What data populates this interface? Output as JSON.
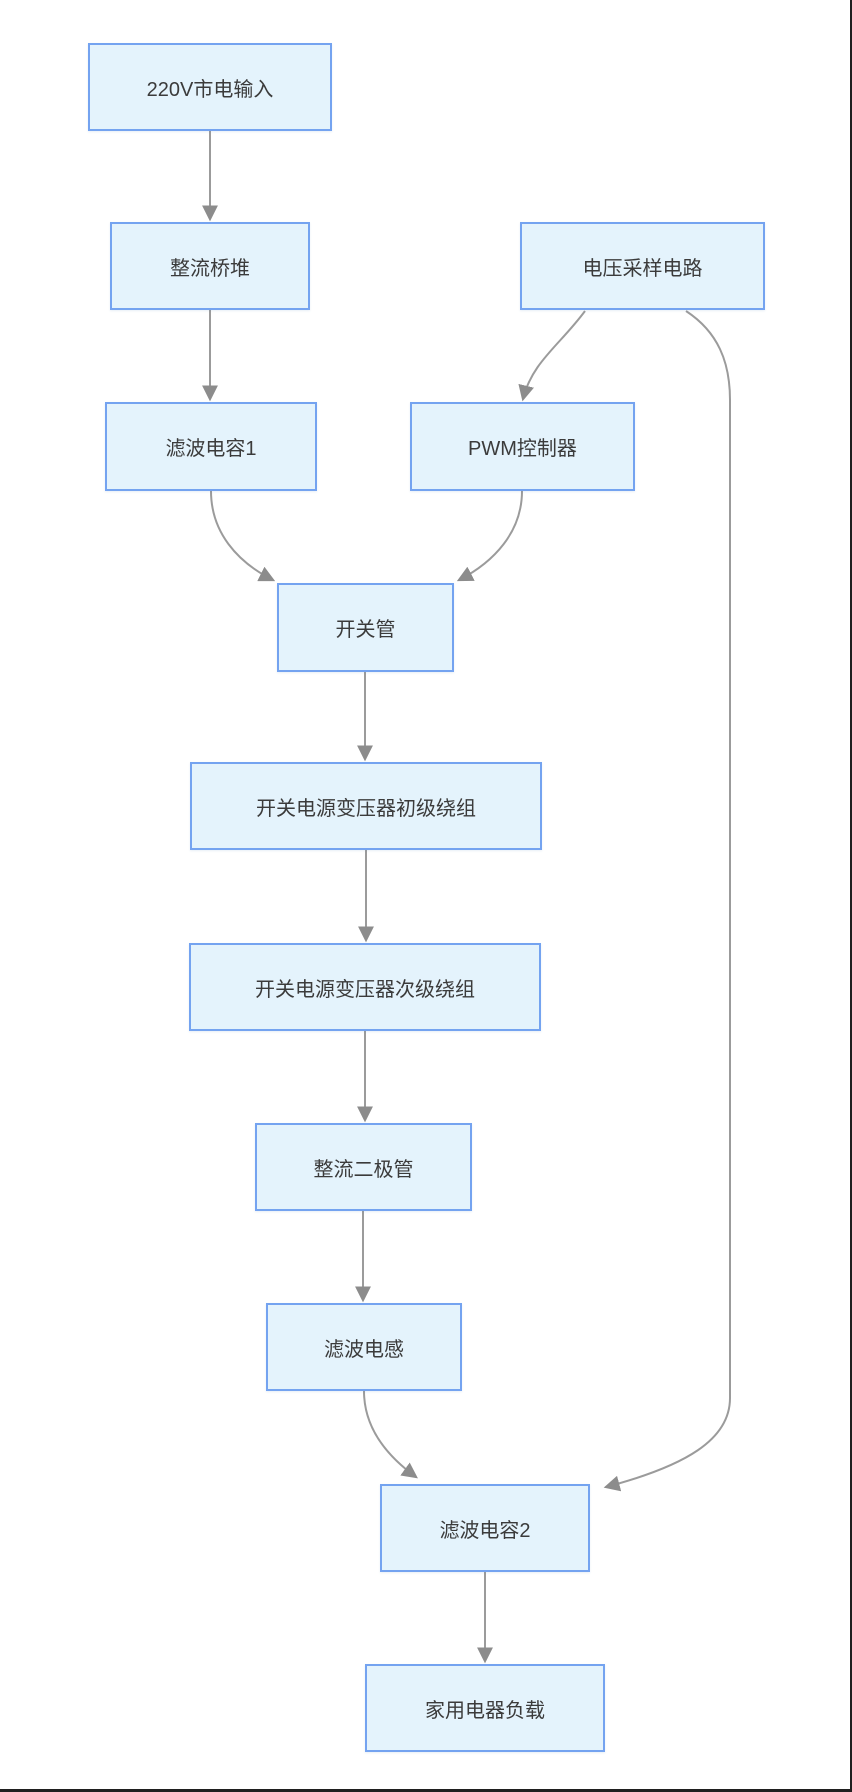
{
  "diagram": {
    "type": "flowchart",
    "direction": "top-down",
    "title": "",
    "nodes": [
      {
        "id": "mains",
        "label": "220V市电输入"
      },
      {
        "id": "bridge",
        "label": "整流桥堆"
      },
      {
        "id": "sampling",
        "label": "电压采样电路"
      },
      {
        "id": "cap1",
        "label": "滤波电容1"
      },
      {
        "id": "pwm",
        "label": "PWM控制器"
      },
      {
        "id": "switch",
        "label": "开关管"
      },
      {
        "id": "primary",
        "label": "开关电源变压器初级绕组"
      },
      {
        "id": "secondary",
        "label": "开关电源变压器次级绕组"
      },
      {
        "id": "diode",
        "label": "整流二极管"
      },
      {
        "id": "inductor",
        "label": "滤波电感"
      },
      {
        "id": "cap2",
        "label": "滤波电容2"
      },
      {
        "id": "load",
        "label": "家用电器负载"
      }
    ],
    "edges": [
      {
        "from": "220V市电输入",
        "to": "整流桥堆"
      },
      {
        "from": "整流桥堆",
        "to": "滤波电容1"
      },
      {
        "from": "电压采样电路",
        "to": "PWM控制器"
      },
      {
        "from": "电压采样电路",
        "to": "滤波电容2"
      },
      {
        "from": "滤波电容1",
        "to": "开关管"
      },
      {
        "from": "PWM控制器",
        "to": "开关管"
      },
      {
        "from": "开关管",
        "to": "开关电源变压器初级绕组"
      },
      {
        "from": "开关电源变压器初级绕组",
        "to": "开关电源变压器次级绕组"
      },
      {
        "from": "开关电源变压器次级绕组",
        "to": "整流二极管"
      },
      {
        "from": "整流二极管",
        "to": "滤波电感"
      },
      {
        "from": "滤波电感",
        "to": "滤波电容2"
      },
      {
        "from": "滤波电容2",
        "to": "家用电器负载"
      }
    ]
  },
  "colors": {
    "node-fill": "#E4F3FC",
    "node-border": "#74A3F0",
    "edge": "#9B9B9B",
    "arrowhead": "#8C8C8C",
    "text": "#3B3B3B",
    "background": "#FFFFFF"
  }
}
